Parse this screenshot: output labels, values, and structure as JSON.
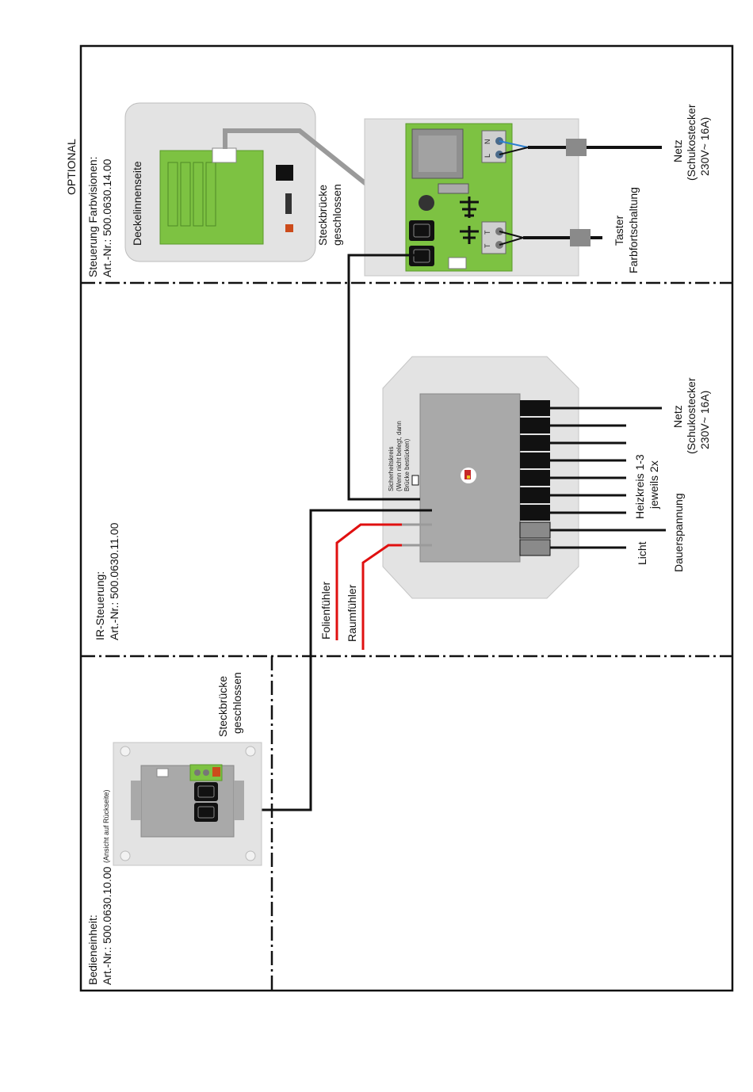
{
  "header": {
    "optional": "OPTIONAL"
  },
  "sections": {
    "farbvisionen": {
      "title": "Steuerung Farbvisionen:",
      "art": "Art.-Nr.: 500.0630.14.00",
      "deckel": "Deckelinnenseite",
      "bridge_1": "Steckbrücke",
      "bridge_2": "geschlossen",
      "netz": "Netz",
      "netz_plug": "(Schukostecker",
      "netz_rating": "230V~ 16A)",
      "taster_1": "Taster",
      "taster_2": "Farbfortschaltung",
      "terminal_n": "N",
      "terminal_l": "L",
      "terminal_t1": "T",
      "terminal_t2": "T"
    },
    "ir": {
      "title": "IR-Steuerung:",
      "art": "Art.-Nr.: 500.0630.11.00",
      "safety_1": "Sicherheitskreis",
      "safety_2": "(Wenn nicht belegt, dann",
      "safety_3": "Brücke bestücken)",
      "netz": "Netz",
      "netz_plug": "(Schukostecker",
      "netz_rating": "230V~ 16A)",
      "heiz_1": "Heizkreis 1-3",
      "heiz_2": "jeweils 2x",
      "dauer": "Dauerspannung",
      "licht": "Licht",
      "folien": "Folienfühler",
      "raum": "Raumfühler"
    },
    "bedien": {
      "title": "Bedieneinheit:",
      "art": "Art.-Nr.: 500.0630.10.00",
      "view_note": "(Ansicht auf Rückseite)",
      "bridge_1": "Steckbrücke",
      "bridge_2": "geschlossen"
    }
  },
  "colors": {
    "board_green": "#7dc242",
    "panel_gray": "#e3e3e3",
    "module_gray": "#a9a9a9",
    "wire_black": "#111111",
    "wire_red": "#e01010",
    "wire_gray": "#9a9a9a",
    "wire_blue": "#2a7fd0"
  }
}
